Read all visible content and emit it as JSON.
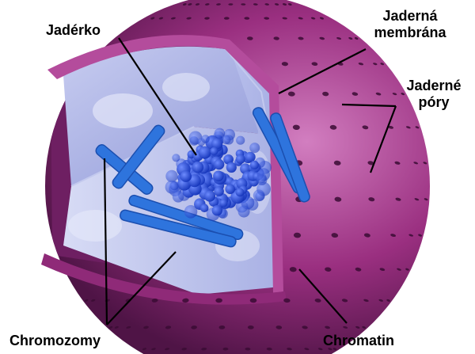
{
  "labels": {
    "nucleolus": "Jadérko",
    "membrane_line1": "Jaderná",
    "membrane_line2": "membrána",
    "pores_line1": "Jaderné",
    "pores_line2": "póry",
    "chromosomes": "Chromozomy",
    "chromatin": "Chromatin"
  },
  "colors": {
    "membrane": "#9a2f80",
    "membrane_dark": "#5e1a52",
    "membrane_light": "#c66bb0",
    "interior": "#a9b2e6",
    "interior_light": "#d4d8f3",
    "chromosome": "#2e74dd",
    "nucleolus": "#1a3fd6",
    "leader": "#000000"
  },
  "icons": {
    "nucleus": "nucleus-cross-section-illustration"
  }
}
